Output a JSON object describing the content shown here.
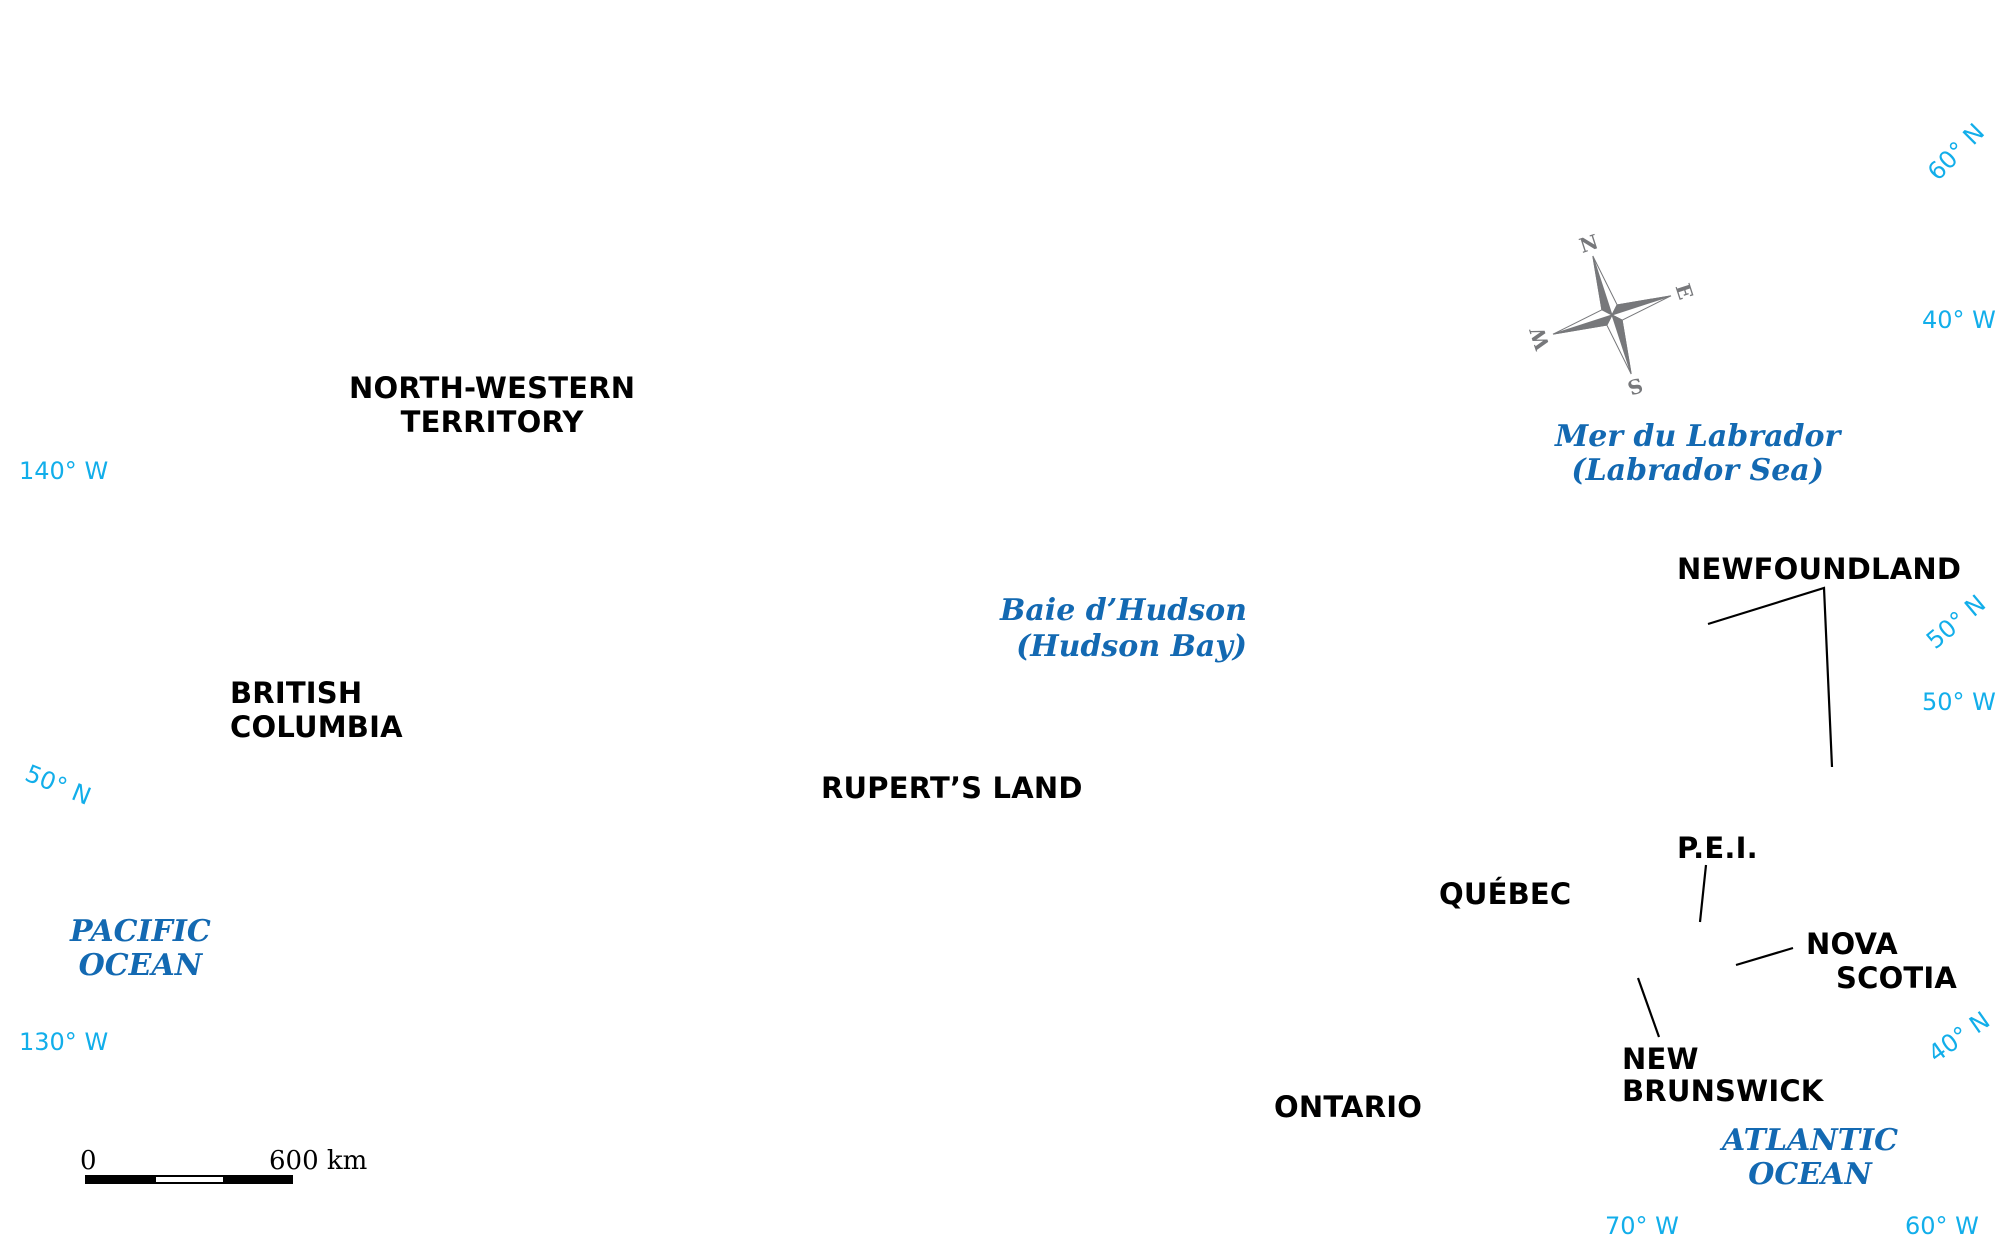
{
  "regions": {
    "north_western_territory": [
      "NORTH-WESTERN",
      "TERRITORY"
    ],
    "british_columbia": [
      "BRITISH",
      "COLUMBIA"
    ],
    "ruperts_land": "RUPERT’S LAND",
    "newfoundland": "NEWFOUNDLAND",
    "pei": "P.E.I.",
    "quebec": "QUÉBEC",
    "nova_scotia": [
      "NOVA",
      "SCOTIA"
    ],
    "new_brunswick": [
      "NEW",
      "BRUNSWICK"
    ],
    "ontario": "ONTARIO"
  },
  "water": {
    "labrador_sea": [
      "Mer du Labrador",
      "(Labrador Sea)"
    ],
    "hudson_bay": [
      "Baie d’Hudson",
      "(Hudson Bay)"
    ],
    "pacific": [
      "PACIFIC",
      "OCEAN"
    ],
    "atlantic": [
      "ATLANTIC",
      "OCEAN"
    ]
  },
  "graticule": {
    "lat_60n": "60° N",
    "lon_40w": "40° W",
    "lon_140w": "140° W",
    "lat_50n_right": "50° N",
    "lon_50w": "50° W",
    "lat_50n_left": "50° N",
    "lat_40n": "40° N",
    "lon_130w": "130° W",
    "lon_70w": "70° W",
    "lon_60w": "60° W"
  },
  "compass": {
    "n": "N",
    "e": "E",
    "s": "S",
    "w": "W"
  },
  "scale_bar": {
    "start": "0",
    "end": "600 km"
  },
  "colors": {
    "water_label": "#1369b2",
    "graticule": "#12aeea",
    "compass": "#77787b"
  }
}
